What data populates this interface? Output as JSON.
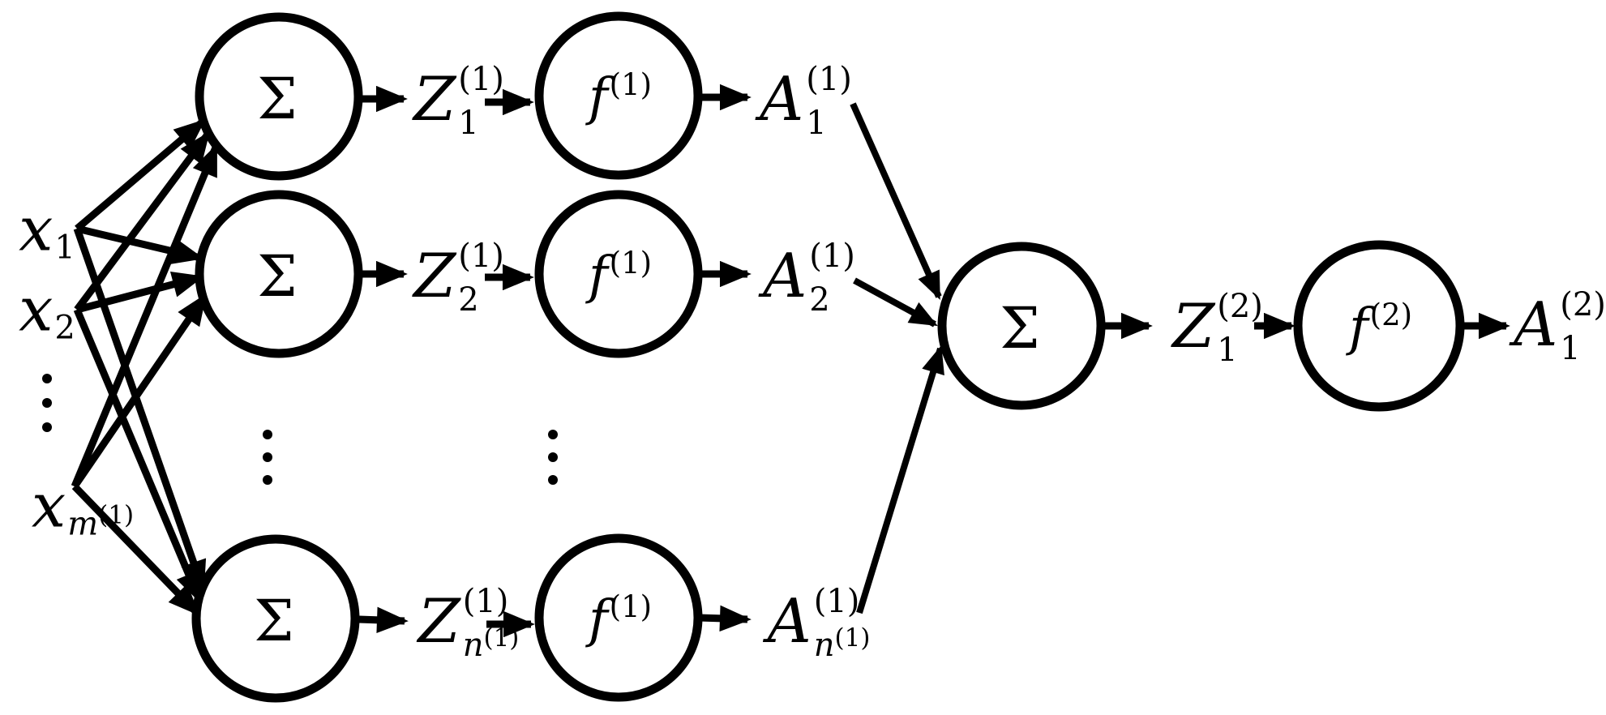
{
  "colors": {
    "ink": "#000000",
    "background": "#ffffff"
  },
  "node_labels": {
    "sigma": "Σ",
    "f_hidden": {
      "base": "f",
      "sup": "(1)"
    },
    "f_output": {
      "base": "f",
      "sup": "(2)"
    }
  },
  "labels": {
    "input_1": {
      "base": "x",
      "sub": "1"
    },
    "input_2": {
      "base": "x",
      "sub": "2"
    },
    "input_m": {
      "base": "x",
      "sub": "m",
      "sub_sup": "(1)"
    },
    "z1": {
      "base": "Z",
      "sup": "(1)",
      "sub": "1"
    },
    "z2": {
      "base": "Z",
      "sup": "(1)",
      "sub": "2"
    },
    "zn": {
      "base": "Z",
      "sup": "(1)",
      "sub": "n",
      "sub_sup": "(1)"
    },
    "a1": {
      "base": "A",
      "sup": "(1)",
      "sub": "1"
    },
    "a2": {
      "base": "A",
      "sup": "(1)",
      "sub": "2"
    },
    "an": {
      "base": "A",
      "sup": "(1)",
      "sub": "n",
      "sub_sup": "(1)"
    },
    "z_out": {
      "base": "Z",
      "sup": "(2)",
      "sub": "1"
    },
    "a_out": {
      "base": "A",
      "sup": "(2)",
      "sub": "1"
    }
  },
  "connections": [
    {
      "from": "x_1",
      "to": "sum_hidden_1"
    },
    {
      "from": "x_1",
      "to": "sum_hidden_2"
    },
    {
      "from": "x_1",
      "to": "sum_hidden_n"
    },
    {
      "from": "x_2",
      "to": "sum_hidden_1"
    },
    {
      "from": "x_2",
      "to": "sum_hidden_2"
    },
    {
      "from": "x_2",
      "to": "sum_hidden_n"
    },
    {
      "from": "x_m1",
      "to": "sum_hidden_1"
    },
    {
      "from": "x_m1",
      "to": "sum_hidden_2"
    },
    {
      "from": "x_m1",
      "to": "sum_hidden_n"
    },
    {
      "from": "sum_hidden_1",
      "to": "Z1_1"
    },
    {
      "from": "Z1_1",
      "to": "f1_unit_1"
    },
    {
      "from": "f1_unit_1",
      "to": "A1_1"
    },
    {
      "from": "sum_hidden_2",
      "to": "Z2_1"
    },
    {
      "from": "Z2_1",
      "to": "f1_unit_2"
    },
    {
      "from": "f1_unit_2",
      "to": "A2_1"
    },
    {
      "from": "sum_hidden_n",
      "to": "Zn_1"
    },
    {
      "from": "Zn_1",
      "to": "f1_unit_n"
    },
    {
      "from": "f1_unit_n",
      "to": "An_1"
    },
    {
      "from": "A1_1",
      "to": "sum_output"
    },
    {
      "from": "A2_1",
      "to": "sum_output"
    },
    {
      "from": "An_1",
      "to": "sum_output"
    },
    {
      "from": "sum_output",
      "to": "Z1_2"
    },
    {
      "from": "Z1_2",
      "to": "f2_unit"
    },
    {
      "from": "f2_unit",
      "to": "A1_2"
    }
  ]
}
